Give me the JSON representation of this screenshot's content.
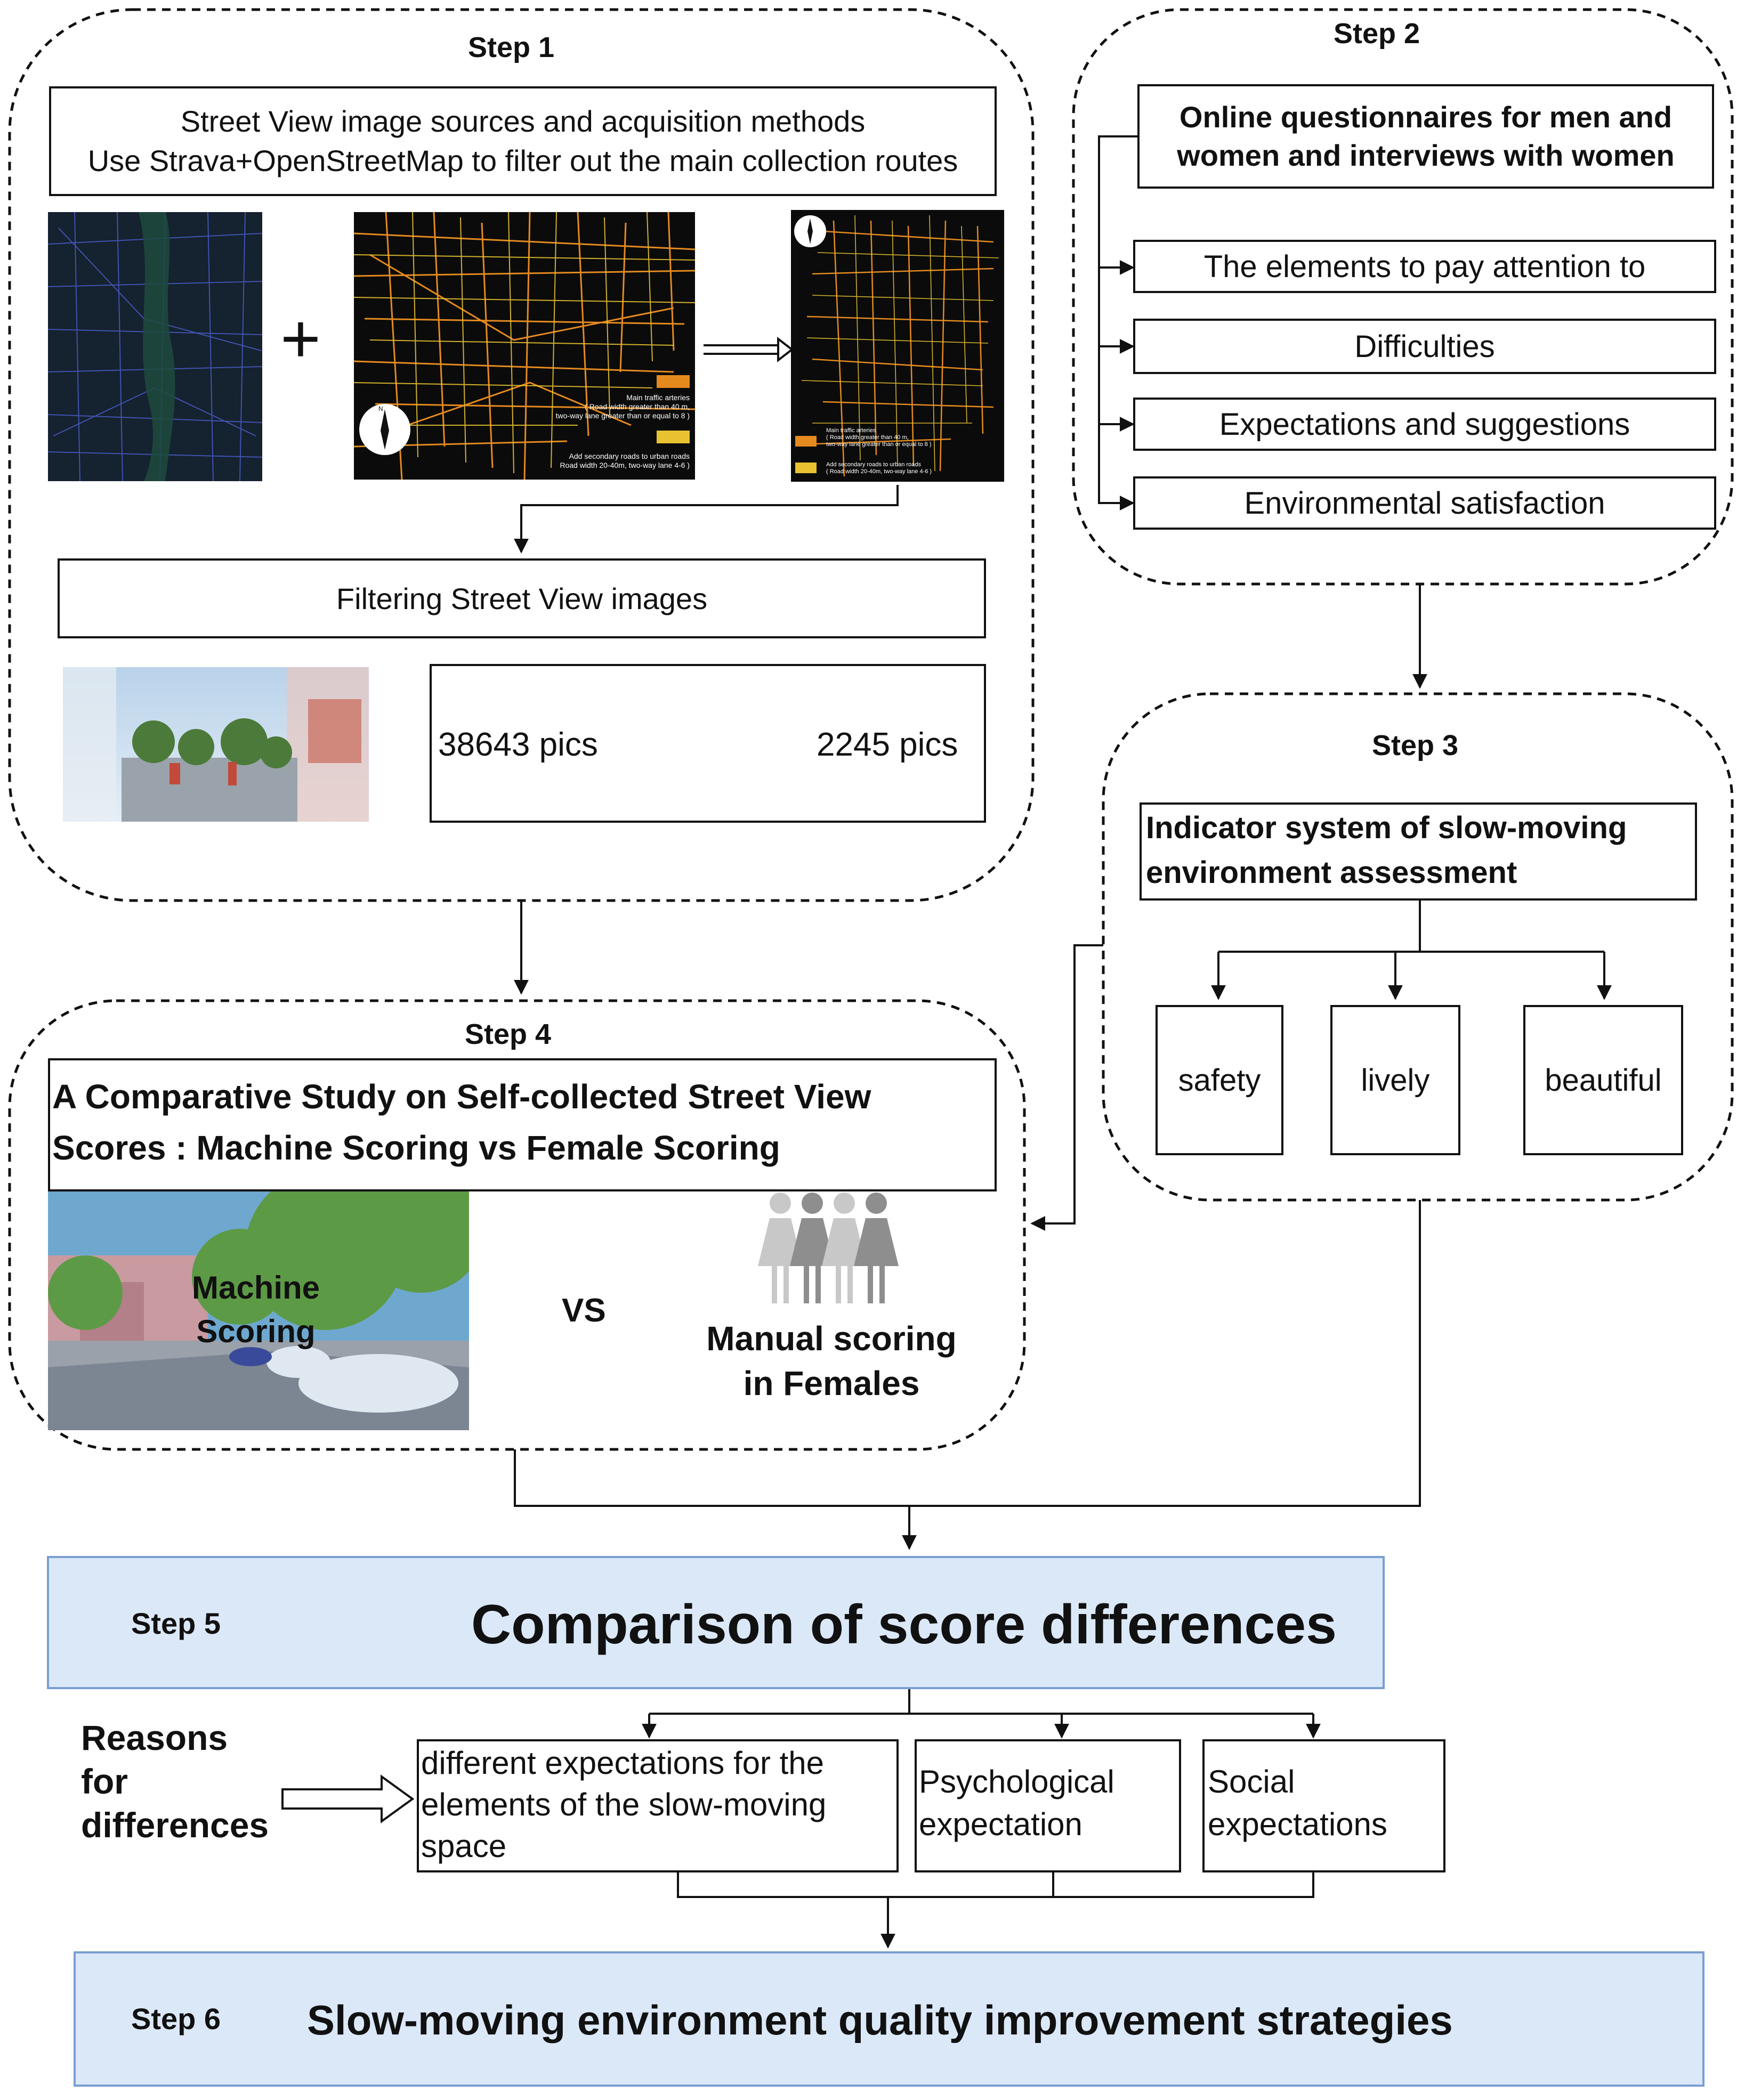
{
  "colors": {
    "stroke": "#111111",
    "step_fill": "#dbe8f8",
    "step_border": "#7a9fd0",
    "map_dark": "#0b0b0b",
    "map_blue": "#1a2a3e",
    "road_orange": "#e58a1f",
    "road_yellow": "#e8c231"
  },
  "step1": {
    "label": "Step 1",
    "header_line1": "Street View image sources and acquisition methods",
    "header_line2": "Use Strava+OpenStreetMap to filter out the main collection routes",
    "plus": "+",
    "map_legend_1_title": "Main traffic arteries",
    "map_legend_1_line1": "( Road width greater than 40 m,",
    "map_legend_1_line2": "two-way lane greater than or equal to 8 )",
    "map_legend_2_line1": "Add secondary roads to urban roads",
    "map_legend_2_line2": "Road width 20-40m, two-way lane 4-6 )",
    "map2_legend_1_title": "Main traffic arteries",
    "map2_legend_1_line1": "( Road width greater than 40 m,",
    "map2_legend_1_line2": "two-way lane greater than or equal to 8 )",
    "map2_legend_2_line1": "Add secondary roads to urban roads",
    "map2_legend_2_line2": "( Road width 20-40m, two-way lane 4-6 )",
    "compass_n": "N",
    "filter_box": "Filtering Street View images",
    "count_from": "38643 pics",
    "count_to": "2245 pics"
  },
  "step2": {
    "label": "Step 2",
    "title_line1": "Online questionnaires for men and",
    "title_line2": "women and interviews with women",
    "items": [
      "The elements to pay attention to",
      "Difficulties",
      "Expectations and suggestions",
      "Environmental satisfaction"
    ]
  },
  "step3": {
    "label": "Step 3",
    "title_line1": "Indicator system of slow-moving",
    "title_line2": "environment assessment",
    "indicators": [
      "safety",
      "lively",
      "beautiful"
    ]
  },
  "step4": {
    "label": "Step 4",
    "title_line1": "A Comparative Study on Self-collected Street View",
    "title_line2": "Scores : Machine Scoring vs Female Scoring",
    "machine_line1": "Machine",
    "machine_line2": "Scoring",
    "vs": "VS",
    "manual_line1": "Manual scoring",
    "manual_line2": "in Females"
  },
  "step5": {
    "label": "Step 5",
    "title": "Comparison of score differences"
  },
  "reasons": {
    "label_line1": "Reasons",
    "label_line2": "for",
    "label_line3": "differences",
    "items": [
      {
        "line1": "different expectations for the",
        "line2": "elements of the slow-moving",
        "line3": "space"
      },
      {
        "line1": "Psychological",
        "line2": "expectation"
      },
      {
        "line1": "Social",
        "line2": "expectations"
      }
    ]
  },
  "step6": {
    "label": "Step 6",
    "title": "Slow-moving environment quality improvement strategies"
  }
}
